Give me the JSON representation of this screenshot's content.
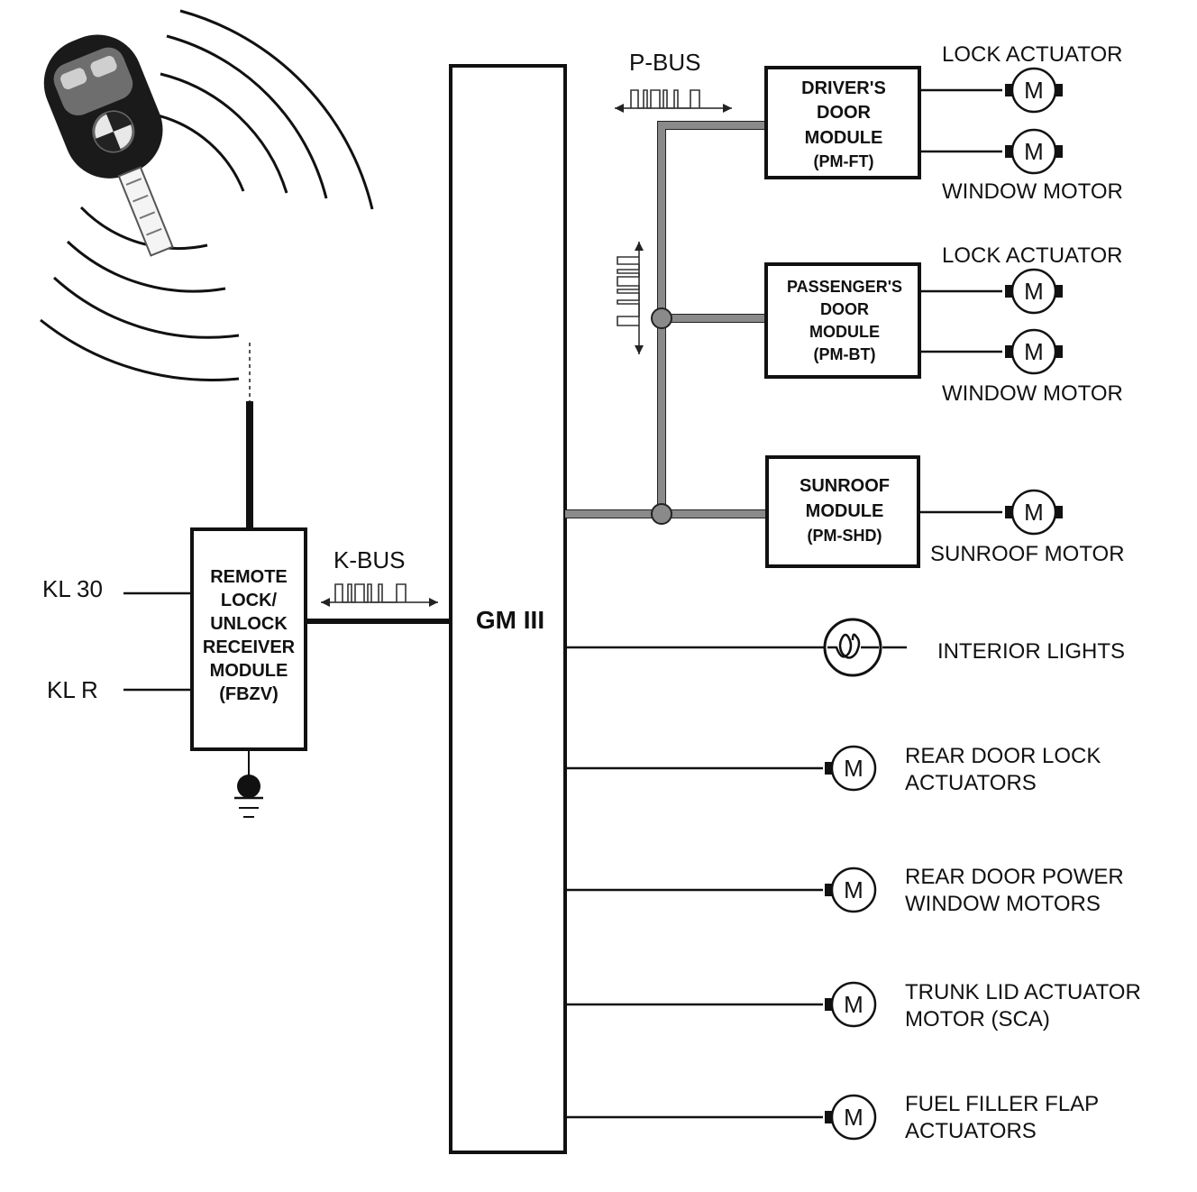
{
  "labels": {
    "p_bus": "P-BUS",
    "k_bus": "K-BUS",
    "kl30": "KL 30",
    "klr": "KL R",
    "gm": "GM III",
    "motor_symbol": "M"
  },
  "remote_module": {
    "line1": "REMOTE",
    "line2": "LOCK/",
    "line3": "UNLOCK",
    "line4": "RECEIVER",
    "line5": "MODULE",
    "line6": "(FBZV)"
  },
  "drivers_door": {
    "line1": "DRIVER'S",
    "line2": "DOOR",
    "line3": "MODULE",
    "line4": "(PM-FT)",
    "top_label": "LOCK ACTUATOR",
    "bottom_label": "WINDOW MOTOR"
  },
  "passengers_door": {
    "line1": "PASSENGER'S",
    "line2": "DOOR",
    "line3": "MODULE",
    "line4": "(PM-BT)",
    "top_label": "LOCK ACTUATOR",
    "bottom_label": "WINDOW MOTOR"
  },
  "sunroof": {
    "line1": "SUNROOF",
    "line2": "MODULE",
    "line3": "(PM-SHD)",
    "motor_label": "SUNROOF MOTOR"
  },
  "outputs": {
    "interior_lights": "INTERIOR LIGHTS",
    "rear_lock_1": "REAR DOOR LOCK",
    "rear_lock_2": "ACTUATORS",
    "rear_window_1": "REAR DOOR POWER",
    "rear_window_2": "WINDOW MOTORS",
    "trunk_1": "TRUNK LID ACTUATOR",
    "trunk_2": "MOTOR (SCA)",
    "fuel_1": "FUEL FILLER FLAP",
    "fuel_2": "ACTUATORS"
  }
}
